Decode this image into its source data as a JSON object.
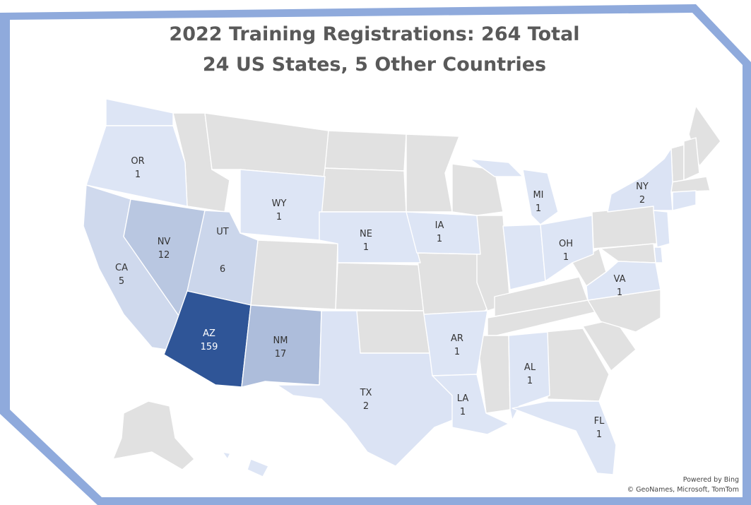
{
  "title": {
    "line1": "2022 Training Registrations: 264 Total",
    "line2": "24 US States, 5 Other Countries"
  },
  "credits": {
    "line1": "Powered by Bing",
    "line2": "© GeoNames, Microsoft, TomTom"
  },
  "colors": {
    "frame": "#8faadc",
    "no_data": "#e1e1e1",
    "scale_min": "#dde5f5",
    "scale_max": "#2f5597"
  },
  "states": [
    {
      "code": "AZ",
      "label": "AZ",
      "value_text": "159",
      "value": 159
    },
    {
      "code": "NM",
      "label": "NM",
      "value_text": "17",
      "value": 17
    },
    {
      "code": "NV",
      "label": "NV",
      "value_text": "12",
      "value": 12
    },
    {
      "code": "UT",
      "label": "UT",
      "value_text": "6",
      "value": 6
    },
    {
      "code": "CA",
      "label": "CA",
      "value_text": "5",
      "value": 5
    },
    {
      "code": "TX",
      "label": "TX",
      "value_text": "2",
      "value": 2
    },
    {
      "code": "NY",
      "label": "NY",
      "value_text": "2",
      "value": 2
    },
    {
      "code": "OR",
      "label": "OR",
      "value_text": "1",
      "value": 1
    },
    {
      "code": "WY",
      "label": "WY",
      "value_text": "1",
      "value": 1
    },
    {
      "code": "NE",
      "label": "NE",
      "value_text": "1",
      "value": 1
    },
    {
      "code": "IA",
      "label": "IA",
      "value_text": "1",
      "value": 1
    },
    {
      "code": "MI",
      "label": "MI",
      "value_text": "1",
      "value": 1
    },
    {
      "code": "OH",
      "label": "OH",
      "value_text": "1",
      "value": 1
    },
    {
      "code": "VA",
      "label": "VA",
      "value_text": "1",
      "value": 1
    },
    {
      "code": "AR",
      "label": "AR",
      "value_text": "1",
      "value": 1
    },
    {
      "code": "LA",
      "label": "LA",
      "value_text": "1",
      "value": 1
    },
    {
      "code": "AL",
      "label": "AL",
      "value_text": "1",
      "value": 1
    },
    {
      "code": "FL",
      "label": "FL",
      "value_text": "1",
      "value": 1
    }
  ],
  "unlabeled_shaded": [
    "WA",
    "IN",
    "NJ",
    "CT",
    "DE",
    "HI"
  ]
}
